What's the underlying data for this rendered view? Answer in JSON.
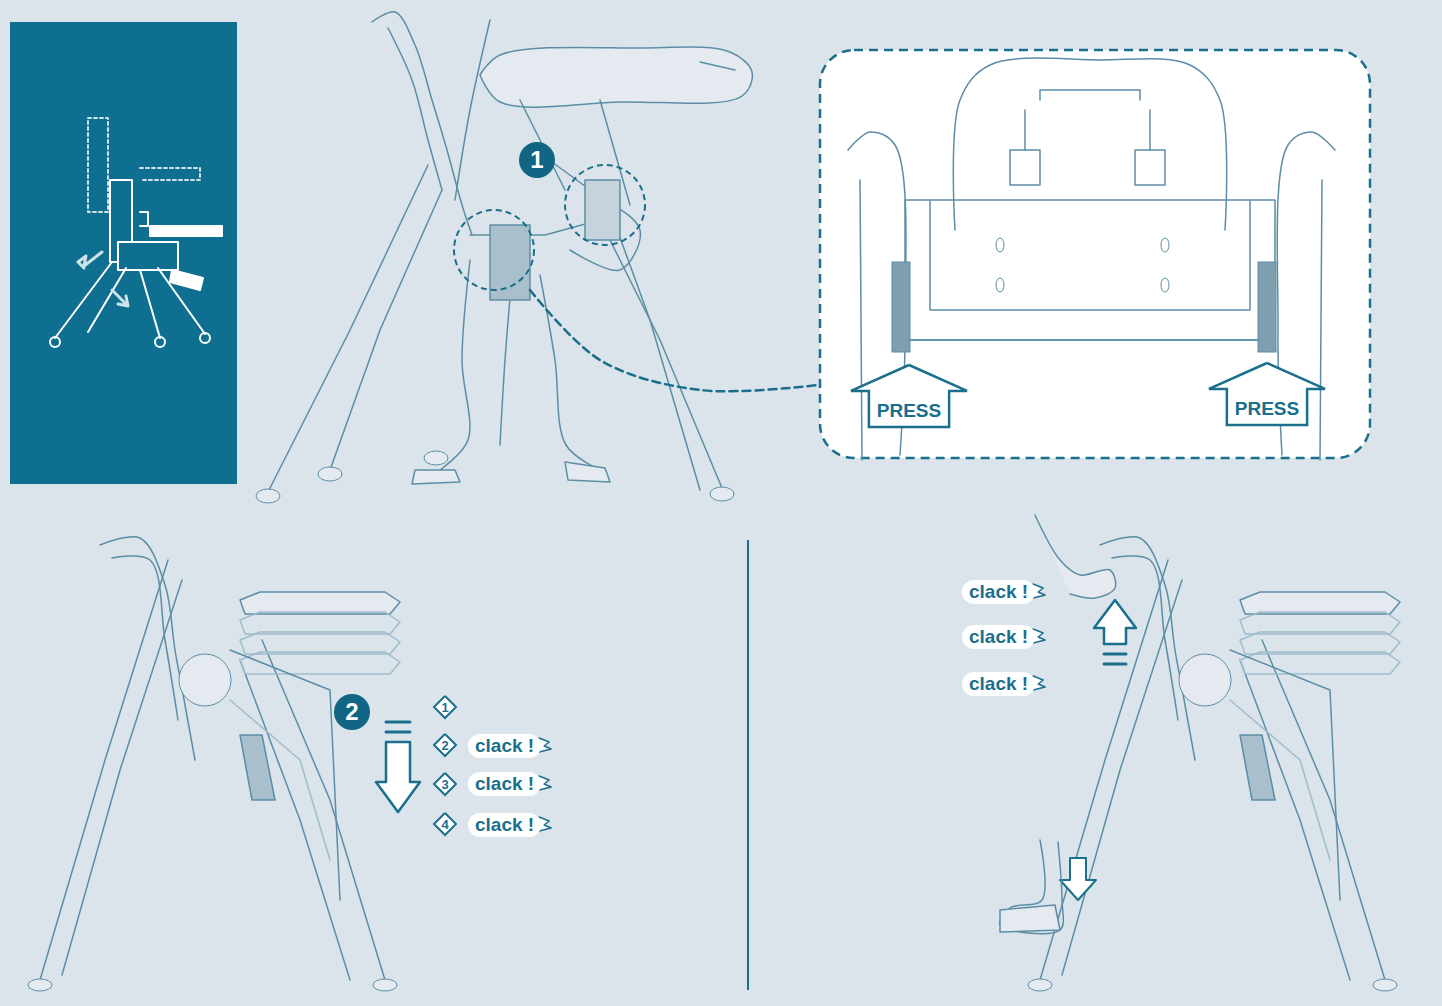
{
  "diagram": {
    "nodes": [
      {
        "text": [
          "1"
        ]
      },
      {
        "text": [
          "PRESS"
        ]
      },
      {
        "text": [
          "PRESS"
        ]
      },
      {
        "text": [
          "2"
        ]
      },
      {
        "text": [
          "1"
        ]
      },
      {
        "text": [
          "2"
        ]
      },
      {
        "text": [
          "3"
        ]
      },
      {
        "text": [
          "4"
        ]
      }
    ],
    "labels": [
      "clack !",
      "clack !",
      "clack !",
      "clack !",
      "clack !",
      "clack !"
    ]
  }
}
